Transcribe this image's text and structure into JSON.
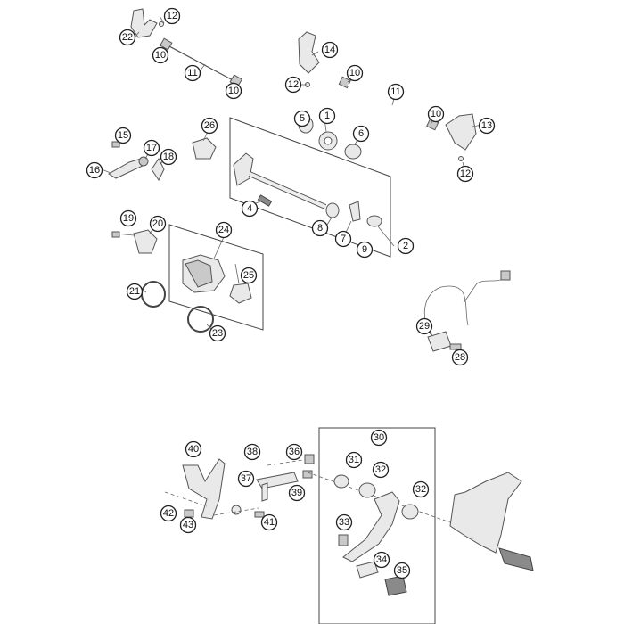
{
  "colors": {
    "background": "#ffffff",
    "callout_stroke": "#222222",
    "part_fill": "#e9e9e9",
    "part_outline": "#555555"
  },
  "callouts": {
    "c1": "1",
    "c2": "2",
    "c3": "4",
    "c4": "5",
    "c5": "6",
    "c6": "7",
    "c7": "8",
    "c8": "9",
    "c9": "10",
    "c10": "10",
    "c11": "10",
    "c12": "10",
    "c13": "11",
    "c14": "11",
    "c15": "12",
    "c16": "12",
    "c17": "12",
    "c18": "13",
    "c19": "14",
    "c20": "15",
    "c21": "16",
    "c22": "17",
    "c23": "18",
    "c24": "19",
    "c25": "20",
    "c26": "21",
    "c27": "22",
    "c28": "23",
    "c29": "24",
    "c30": "25",
    "c31": "26",
    "c32": "28",
    "c33": "29",
    "c34": "30",
    "c35": "31",
    "c36": "32",
    "c37": "32",
    "c38": "33",
    "c39": "34",
    "c40": "35",
    "c41": "36",
    "c42": "37",
    "c43": "38",
    "c44": "39",
    "c45": "40",
    "c46": "41",
    "c47": "42",
    "c48": "43"
  }
}
